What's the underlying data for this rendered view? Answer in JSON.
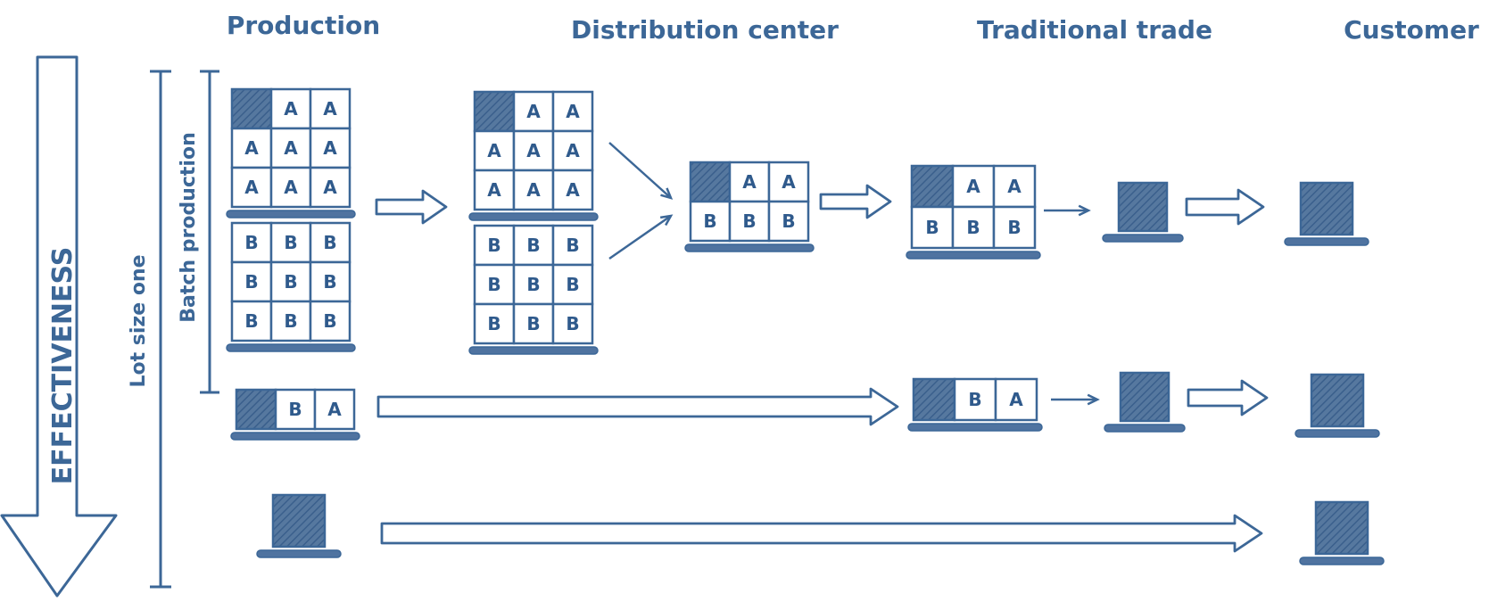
{
  "columns": {
    "production": "Production",
    "distribution": "Distribution center",
    "traditional": "Traditional trade",
    "customer": "Customer"
  },
  "left_labels": {
    "effectiveness": "EFFECTIVENESS",
    "lot_size_one": "Lot size one",
    "batch_production": "Batch production"
  },
  "box_letters": {
    "a": "A",
    "b": "B"
  },
  "colors": {
    "ink": "#3c6797",
    "dark_fill": "#4d6f98",
    "box_fill": "#ffffff"
  }
}
